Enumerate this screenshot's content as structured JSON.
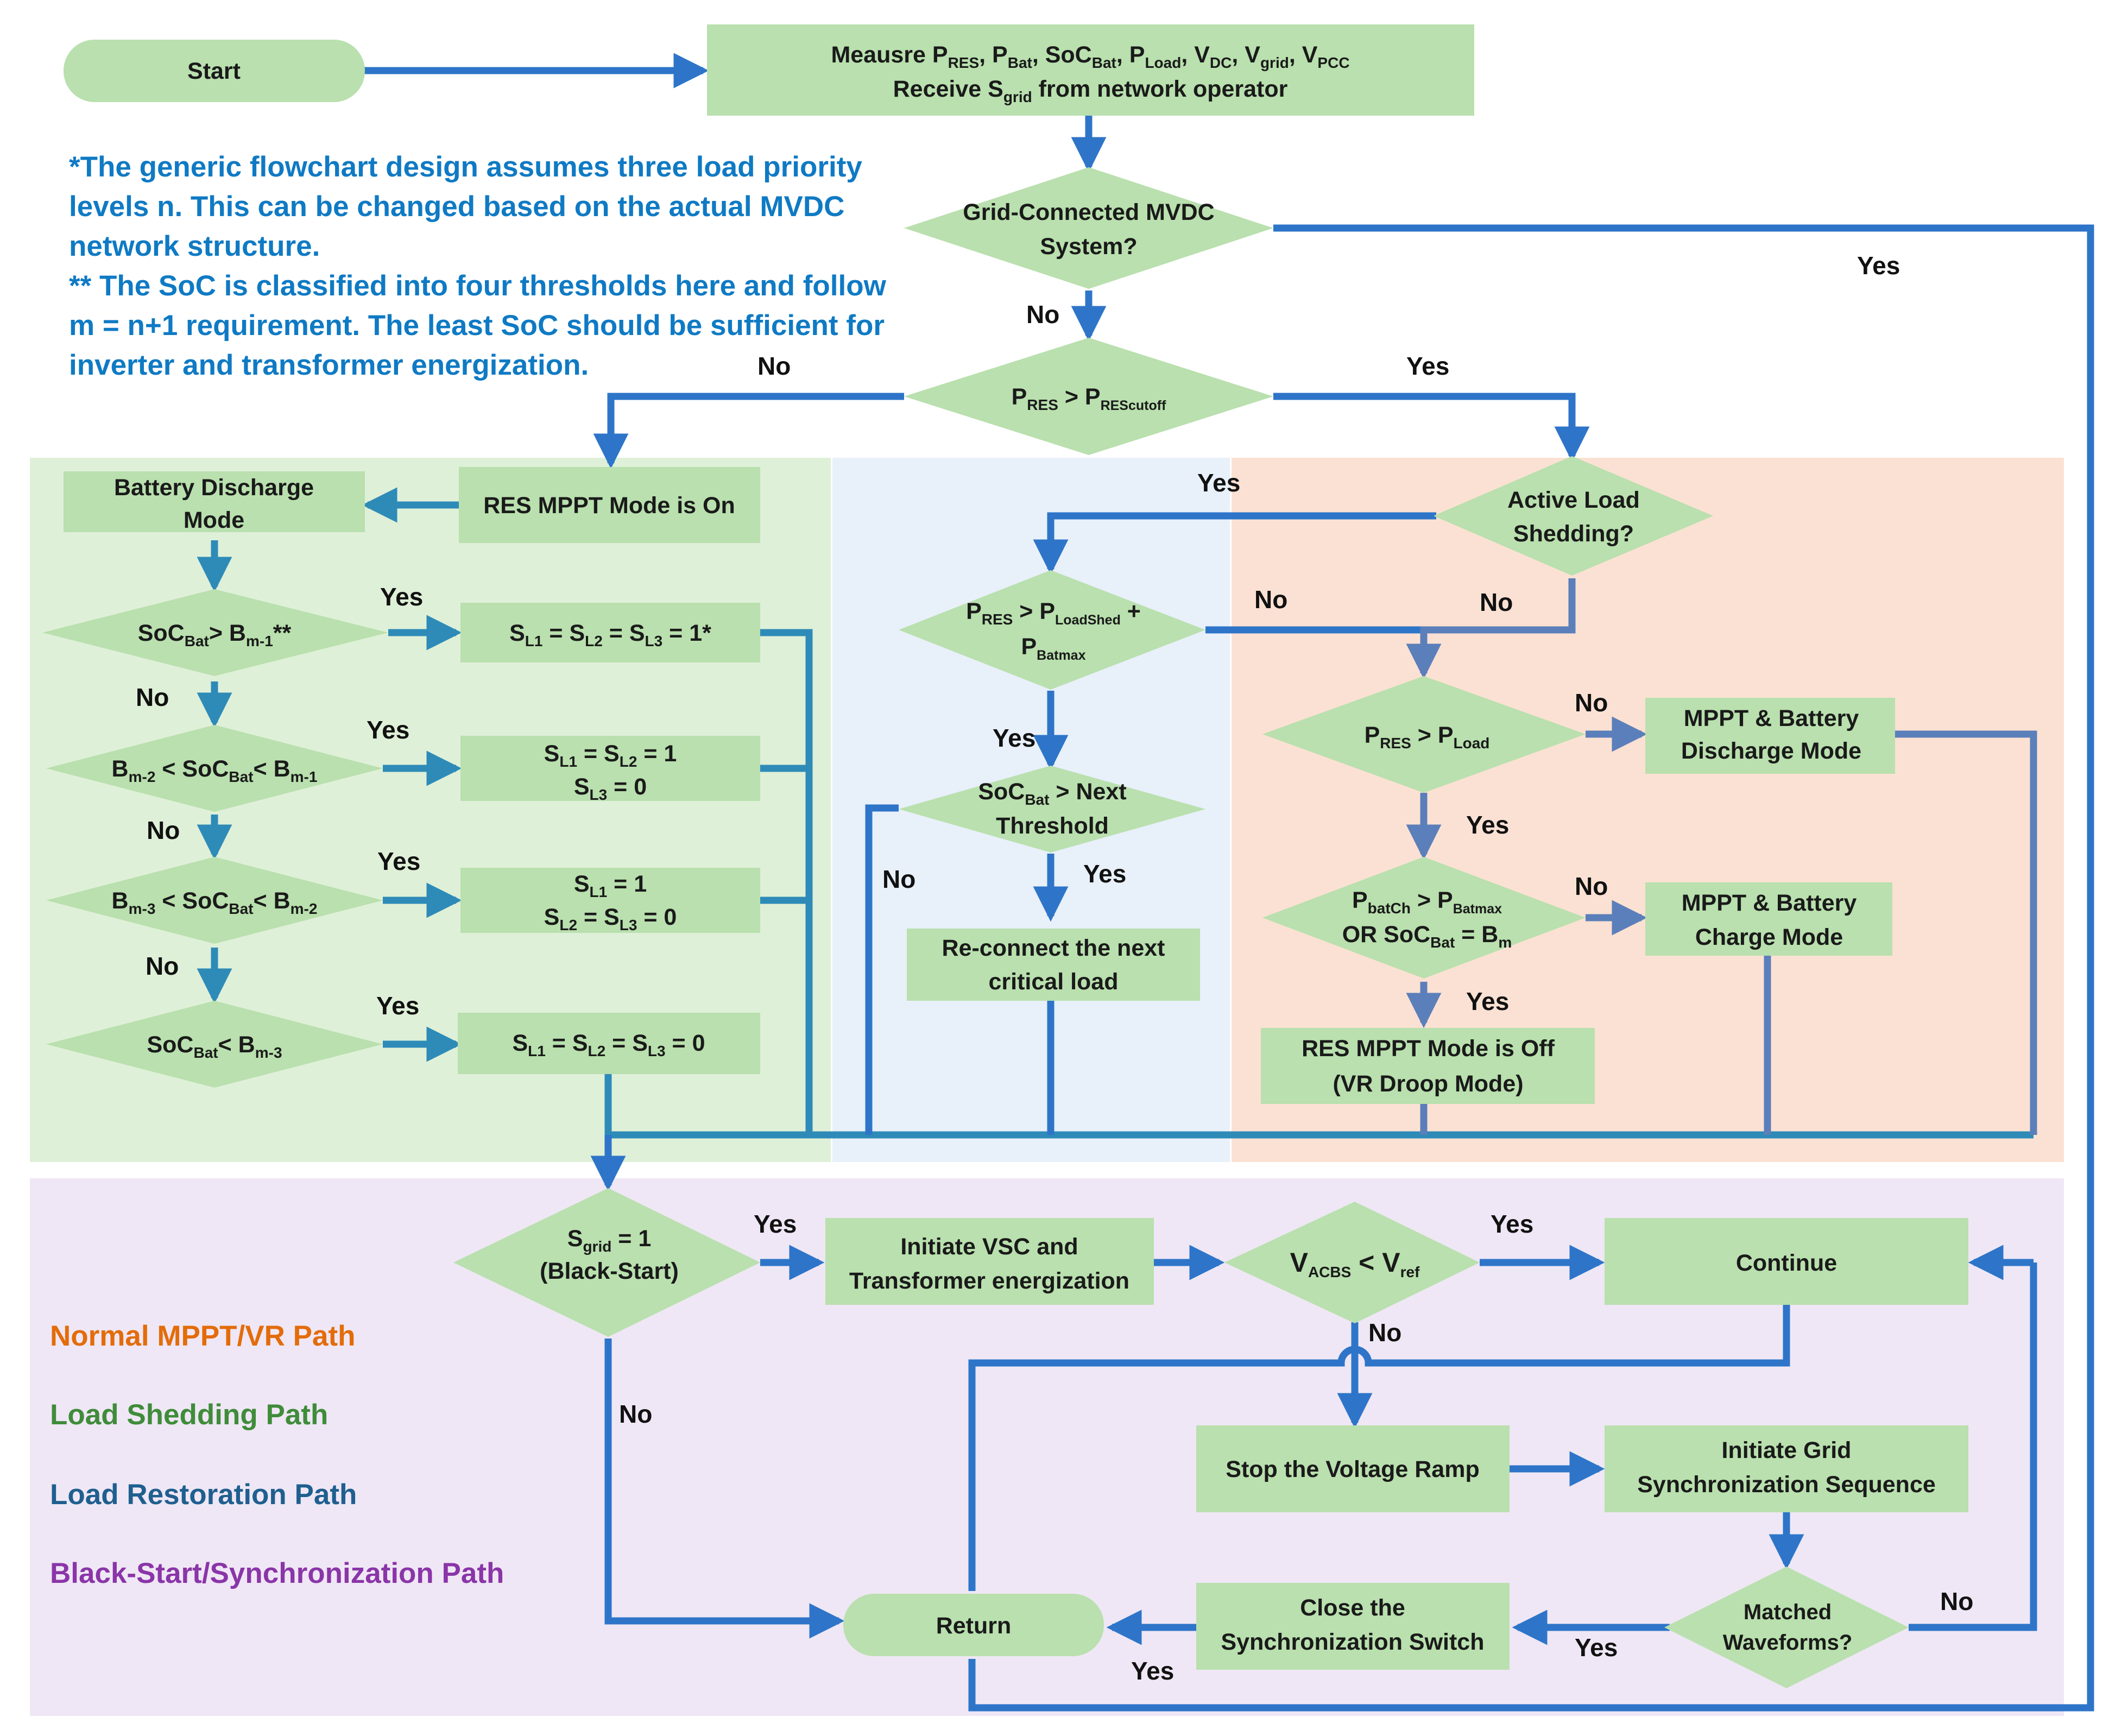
{
  "colors": {
    "node_fill": "#b9e0ae",
    "region_shedding": "#dff0d8",
    "region_restoration": "#e8f0fa",
    "region_normal": "#fbe1d3",
    "region_blackstart": "#efe7f5",
    "arrow_dark": "#2e75c9",
    "arrow_teal": "#2e8bb8",
    "arrow_normal": "#5b7fba",
    "note_text": "#0f7ac4",
    "legend_normal": "#e36c0a",
    "legend_shedding": "#3f8c3a",
    "legend_restoration": "#1f5f8f",
    "legend_blackstart": "#8a35a8"
  },
  "nodes": {
    "start": "Start",
    "measure": {
      "line1": [
        {
          "t": "Meausre P"
        },
        {
          "t": "RES",
          "sub": true
        },
        {
          "t": ", P"
        },
        {
          "t": "Bat",
          "sub": true
        },
        {
          "t": ", SoC"
        },
        {
          "t": "Bat",
          "sub": true
        },
        {
          "t": ", P"
        },
        {
          "t": "Load",
          "sub": true
        },
        {
          "t": ", V"
        },
        {
          "t": "DC",
          "sub": true
        },
        {
          "t": ", V"
        },
        {
          "t": "grid",
          "sub": true
        },
        {
          "t": ", V"
        },
        {
          "t": "PCC",
          "sub": true
        }
      ],
      "line2": [
        {
          "t": "Receive S"
        },
        {
          "t": "grid",
          "sub": true
        },
        {
          "t": " from network operator"
        }
      ]
    },
    "grid_connected": [
      "Grid-Connected MVDC",
      "System?"
    ],
    "pres_cutoff": [
      {
        "t": "P"
      },
      {
        "t": "RES",
        "sub": true
      },
      {
        "t": " > P"
      },
      {
        "t": "REScutoff",
        "sub": true
      }
    ],
    "res_mppt_on": "RES MPPT Mode is On",
    "battery_discharge": [
      "Battery Discharge",
      "Mode"
    ],
    "soc_d1": [
      {
        "t": "SoC"
      },
      {
        "t": "Bat",
        "sub": true
      },
      {
        "t": "> B"
      },
      {
        "t": "m-1",
        "sub": true
      },
      {
        "t": "**"
      }
    ],
    "soc_d2": [
      {
        "t": "B"
      },
      {
        "t": "m-2",
        "sub": true
      },
      {
        "t": " < SoC"
      },
      {
        "t": "Bat",
        "sub": true
      },
      {
        "t": "< B"
      },
      {
        "t": "m-1",
        "sub": true
      }
    ],
    "soc_d3": [
      {
        "t": "B"
      },
      {
        "t": "m-3",
        "sub": true
      },
      {
        "t": " < SoC"
      },
      {
        "t": "Bat",
        "sub": true
      },
      {
        "t": "< B"
      },
      {
        "t": "m-2",
        "sub": true
      }
    ],
    "soc_d4": [
      {
        "t": "SoC"
      },
      {
        "t": "Bat",
        "sub": true
      },
      {
        "t": "< B"
      },
      {
        "t": "m-3",
        "sub": true
      }
    ],
    "s_box1": [
      {
        "t": "S"
      },
      {
        "t": "L1",
        "sub": true
      },
      {
        "t": " = S"
      },
      {
        "t": "L2",
        "sub": true
      },
      {
        "t": " = S"
      },
      {
        "t": "L3",
        "sub": true
      },
      {
        "t": " = 1*"
      }
    ],
    "s_box2": [
      [
        {
          "t": "S"
        },
        {
          "t": "L1",
          "sub": true
        },
        {
          "t": " = S"
        },
        {
          "t": "L2",
          "sub": true
        },
        {
          "t": " = 1"
        }
      ],
      [
        {
          "t": "S"
        },
        {
          "t": "L3",
          "sub": true
        },
        {
          "t": " = 0"
        }
      ]
    ],
    "s_box3": [
      [
        {
          "t": "S"
        },
        {
          "t": "L1",
          "sub": true
        },
        {
          "t": " = 1"
        }
      ],
      [
        {
          "t": "S"
        },
        {
          "t": "L2",
          "sub": true
        },
        {
          "t": " = S"
        },
        {
          "t": "L3",
          "sub": true
        },
        {
          "t": " = 0"
        }
      ]
    ],
    "s_box4": [
      {
        "t": "S"
      },
      {
        "t": "L1",
        "sub": true
      },
      {
        "t": " = S"
      },
      {
        "t": "L2",
        "sub": true
      },
      {
        "t": " = S"
      },
      {
        "t": "L3",
        "sub": true
      },
      {
        "t": " = 0"
      }
    ],
    "active_load_shedding": [
      "Active Load",
      "Shedding?"
    ],
    "pres_loadshed": [
      [
        {
          "t": "P"
        },
        {
          "t": "RES",
          "sub": true
        },
        {
          "t": " > P"
        },
        {
          "t": "LoadShed",
          "sub": true
        },
        {
          "t": " +"
        }
      ],
      [
        {
          "t": "P"
        },
        {
          "t": "Batmax",
          "sub": true
        }
      ]
    ],
    "soc_next": [
      [
        {
          "t": "SoC"
        },
        {
          "t": "Bat",
          "sub": true
        },
        {
          "t": " > Next"
        }
      ],
      [
        {
          "t": "Threshold"
        }
      ]
    ],
    "reconnect": [
      "Re-connect the next",
      "critical load"
    ],
    "pres_pload": [
      {
        "t": "P"
      },
      {
        "t": "RES",
        "sub": true
      },
      {
        "t": " > P"
      },
      {
        "t": "Load",
        "sub": true
      }
    ],
    "mppt_discharge": [
      "MPPT & Battery",
      "Discharge Mode"
    ],
    "pbatch": [
      [
        {
          "t": "P"
        },
        {
          "t": "batCh",
          "sub": true
        },
        {
          "t": " > P"
        },
        {
          "t": "Batmax",
          "sub": true
        }
      ],
      [
        {
          "t": "OR SoC"
        },
        {
          "t": "Bat",
          "sub": true
        },
        {
          "t": " = B"
        },
        {
          "t": "m",
          "sub": true
        }
      ]
    ],
    "mppt_charge": [
      "MPPT & Battery",
      "Charge Mode"
    ],
    "res_mppt_off": [
      "RES MPPT Mode is Off",
      "(VR Droop Mode)"
    ],
    "sgrid": [
      [
        {
          "t": "S"
        },
        {
          "t": "grid",
          "sub": true
        },
        {
          "t": " = 1"
        }
      ],
      [
        {
          "t": "(Black-Start)"
        }
      ]
    ],
    "initiate_vsc": [
      "Initiate VSC and",
      "Transformer energization"
    ],
    "vacbs": [
      {
        "t": "V"
      },
      {
        "t": "ACBS",
        "sub": true
      },
      {
        "t": " < V"
      },
      {
        "t": "ref",
        "sub": true
      }
    ],
    "continue": "Continue",
    "stop_ramp": "Stop the Voltage Ramp",
    "grid_sync": [
      "Initiate Grid",
      "Synchronization Sequence"
    ],
    "matched": [
      "Matched",
      "Waveforms?"
    ],
    "close_switch": [
      "Close the",
      "Synchronization Switch"
    ],
    "return": "Return"
  },
  "branch_labels": {
    "grid_no": "No",
    "grid_yes": "Yes",
    "cut_no": "No",
    "cut_yes": "Yes",
    "d1_yes": "Yes",
    "d1_no": "No",
    "d2_yes": "Yes",
    "d2_no": "No",
    "d3_yes": "Yes",
    "d3_no": "No",
    "d4_yes": "Yes",
    "als_yes": "Yes",
    "als_no": "No",
    "ls_no": "No",
    "ls_yes": "Yes",
    "soc_next_no": "No",
    "soc_next_yes": "Yes",
    "pp_no": "No",
    "pp_yes": "Yes",
    "pb_no": "No",
    "pb_yes": "Yes",
    "sgrid_yes": "Yes",
    "sgrid_no": "No",
    "vacbs_yes": "Yes",
    "vacbs_no": "No",
    "matched_no": "No",
    "matched_yes": "Yes",
    "close_yes": "Yes"
  },
  "notes": [
    "*The generic flowchart design assumes three load priority",
    "levels n. This can be changed based on the actual MVDC",
    "network structure.",
    "** The SoC is classified into four thresholds here and follow",
    "m = n+1 requirement. The least SoC should be sufficient for",
    "inverter and transformer energization."
  ],
  "legend": [
    {
      "label": "Normal MPPT/VR Path",
      "color": "#e36c0a"
    },
    {
      "label": "Load Shedding Path",
      "color": "#3f8c3a"
    },
    {
      "label": "Load Restoration Path",
      "color": "#1f5f8f"
    },
    {
      "label": "Black-Start/Synchronization Path",
      "color": "#8a35a8"
    }
  ]
}
